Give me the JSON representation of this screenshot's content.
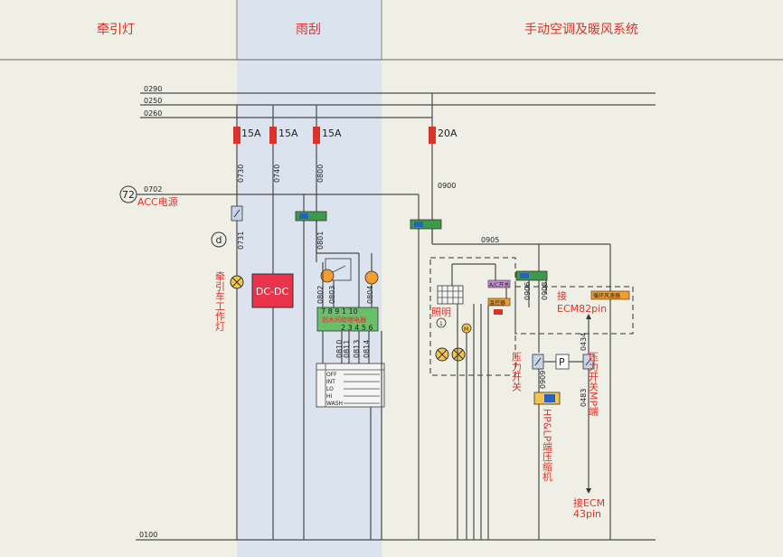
{
  "headers": {
    "traction_lamp": "牵引灯",
    "wiper": "雨刮",
    "hvac": "手动空调及暖风系统"
  },
  "wires": {
    "bus_0290": "0290",
    "bus_0250": "0250",
    "bus_0260": "0260",
    "acc_0702": "0702",
    "w0730": "0730",
    "w0740": "0740",
    "w0800": "0800",
    "w0900": "0900",
    "w0731": "0731",
    "w0801": "0801",
    "w0905": "0905",
    "w0802": "0802",
    "w0803": "0803",
    "w0804": "0804",
    "w0810": "0810",
    "w0811": "0811",
    "w0813": "0813",
    "w0814": "0814",
    "w0906": "0906",
    "w0908": "0908",
    "w0909": "0909",
    "w0434": "0434",
    "w0483": "0483",
    "ground_0100": "0100"
  },
  "fuses": {
    "f1": "15A",
    "f2": "15A",
    "f3": "15A",
    "f4": "20A"
  },
  "labels": {
    "acc_circle": "72",
    "acc_power": "ACC电源",
    "d_circle": "d",
    "traction_work_lamp": "牵引车工作灯",
    "dcdc": "DC-DC",
    "wiper_relay": "刮水间歇继电器",
    "relay_pins_top": "7 8  9  1 10",
    "relay_pins_bottom": "2 3 4 5  6",
    "lighting": "照明",
    "circle_1": "1",
    "motor_m": "M",
    "ac_switch": "A/C开关",
    "temp_ctrl": "温控器",
    "cycle_switch": "循环风速器",
    "connect_ecm82": "接",
    "ecm82_pin": "ECM82pin",
    "pressure_switch_1": "压力开关",
    "p_label": "P",
    "pressure_switch_mp": "压力开关MP端",
    "compressor": "HP&LP端压缩机",
    "connect_ecm43_a": "接ECM",
    "connect_ecm43_b": "43pin"
  },
  "wiper_switch_rows": [
    "OFF",
    "INT",
    "LO",
    "HI",
    "WASH"
  ]
}
